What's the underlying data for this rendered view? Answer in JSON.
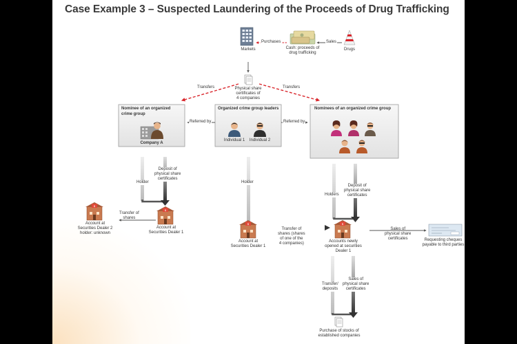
{
  "title": "Case Example 3 – Suspected Laundering of the Proceeds of Drug Trafficking",
  "nodes": {
    "markets": "Markets",
    "cash": "Cash: proceeds of\ndrug trafficking",
    "drugs": "Drugs",
    "shares_top": "Physical share\ncertificates of\n4 companies",
    "group_a_title": "Nominee of an organized\ncrime group",
    "company_a": "Company A",
    "leaders_title": "Organized crime group leaders",
    "individual_1": "Individual 1",
    "individual_2": "Individual 2",
    "nominees_title": "Nominees of an organized crime group",
    "acct_dealer2": "Account at\nSecurities Dealer 2\nholder: unknown",
    "acct_dealer1_left": "Account at\nSecurities Dealer 1",
    "acct_dealer1_mid": "Account at\nSecurities Dealer 1",
    "accts_new": "Accounts newly\nopened at securities\nDealer 1",
    "cheques": "Requesting cheques\npayable to third parties",
    "purchase": "Purchase of stocks of\nestablished companies"
  },
  "edges": {
    "purchases": "Purchases",
    "sales": "Sales",
    "transfers_left": "Transfers",
    "transfers_right": "Transfers",
    "referred_left": "Referred by",
    "referred_right": "Referred by",
    "holder_left": "Holder",
    "deposit_left": "Deposit of\nphysical share\ncertificates",
    "transfer_shares": "Transfer of\nshares",
    "holder_mid": "Holder",
    "transfer_mid": "Transfer of\nshares (shares\nof one of the\n4 companies)",
    "holders_right": "Holders",
    "deposit_right": "Deposit of\nphysical share\ncertificates",
    "sales_right": "Sales of\nphysical share\ncertificates",
    "transfer_deposits": "Transfer/\ndeposits",
    "sales_bottom": "Sales of\nphysical share\ncertificates"
  },
  "colors": {
    "accent_red": "#d9262c",
    "arrow_gray": "#666666",
    "box_fill": "#ebebeb",
    "box_border": "#9a9a9a"
  }
}
